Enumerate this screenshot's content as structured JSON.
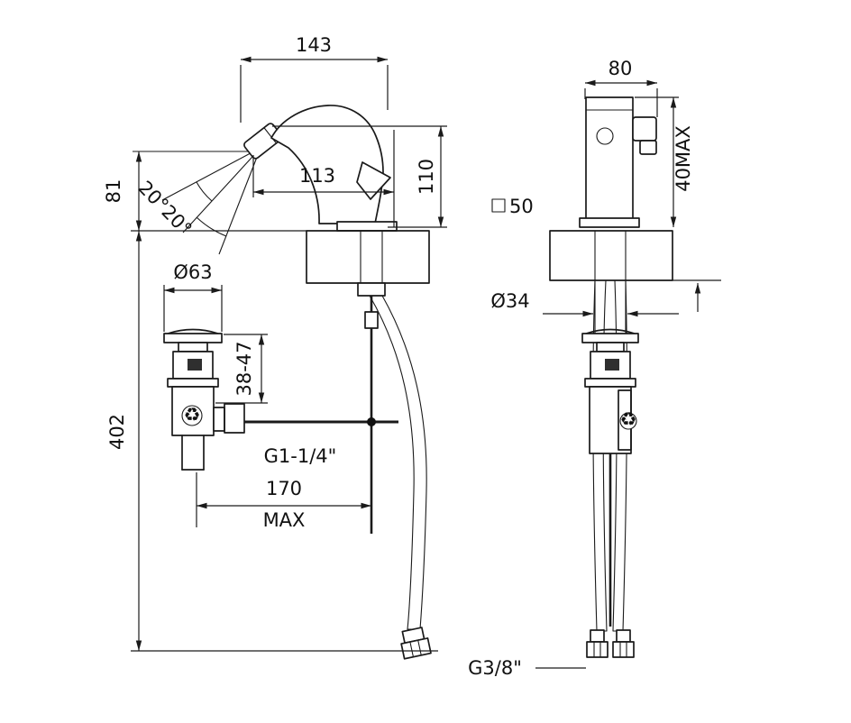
{
  "front_view": {
    "overall_width": "143",
    "spout_projection": "113",
    "height_above_deck": "110",
    "spout_height": "81",
    "spray_angles": "20°20°",
    "waste_cap_diameter": "Ø63",
    "clamp_range": "38-47",
    "total_height": "402",
    "waste_thread": "G1-1/4\"",
    "waste_offset": "170",
    "waste_offset_suffix": "MAX"
  },
  "side_view": {
    "body_width": "80",
    "deck_thickness_max": "40MAX",
    "base_size": "50",
    "shank_diameter": "Ø34",
    "hose_thread": "G3/8\""
  },
  "icons": {
    "recycle": "♻"
  },
  "colors": {
    "line": "#1a1a1a",
    "background": "#ffffff"
  }
}
